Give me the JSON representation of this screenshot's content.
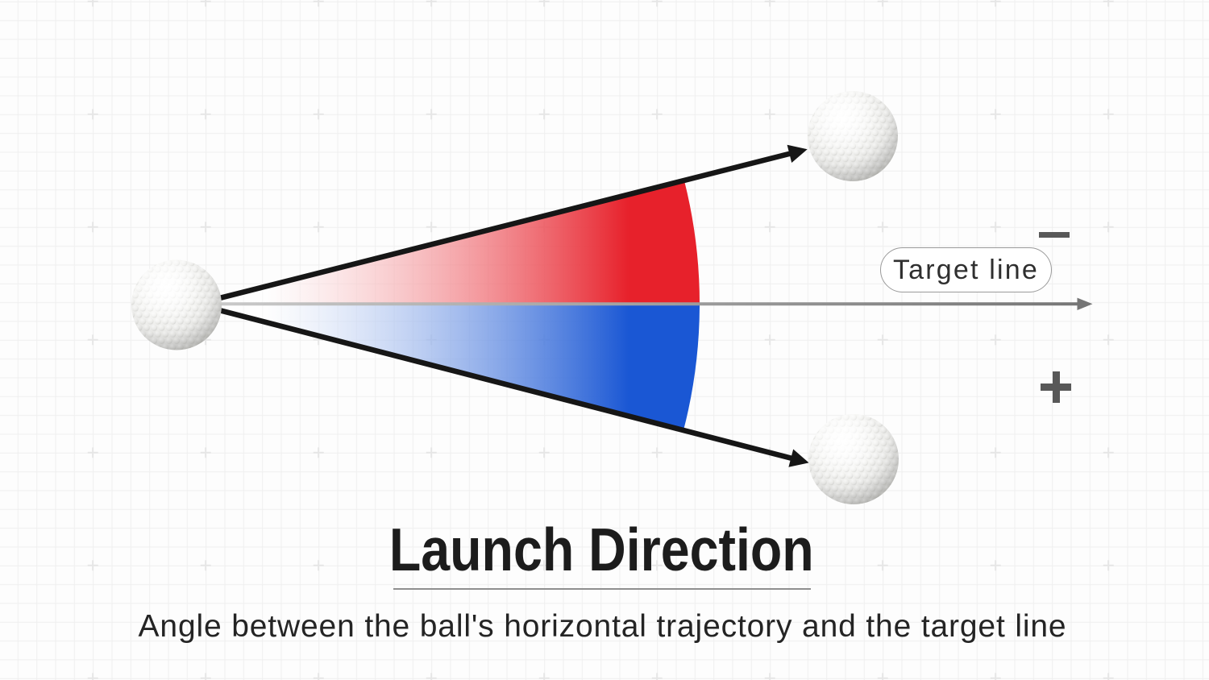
{
  "title": {
    "text": "Launch Direction"
  },
  "subtitle": {
    "text": "Angle between the ball's horizontal trajectory and the target line"
  },
  "target_line": {
    "label": "Target line"
  },
  "icons": {
    "minus": "−",
    "plus": "+"
  },
  "colors": {
    "negative_red": "#e7212b",
    "positive_blue": "#1a57d4",
    "arrow_black": "#161616",
    "target_line_gray": "#767676",
    "sign_gray": "#585858",
    "background": "#fcfcfc",
    "grid_line": "#ececec"
  }
}
